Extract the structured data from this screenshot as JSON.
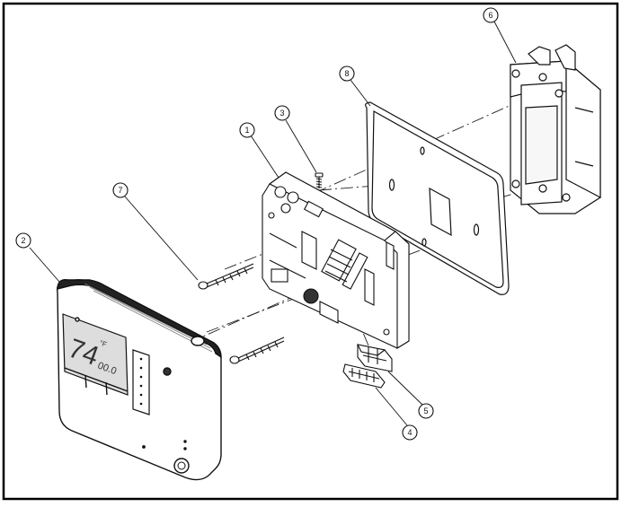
{
  "callouts": {
    "c1": "1",
    "c2": "2",
    "c3": "3",
    "c4": "4",
    "c5": "5",
    "c6": "6",
    "c7": "7",
    "c8": "8"
  },
  "display": {
    "temperature": "74",
    "unit": "°F",
    "secondary": "00.0"
  },
  "colors": {
    "line": "#111111",
    "frame": "#000000",
    "screen": "#dddddd"
  }
}
